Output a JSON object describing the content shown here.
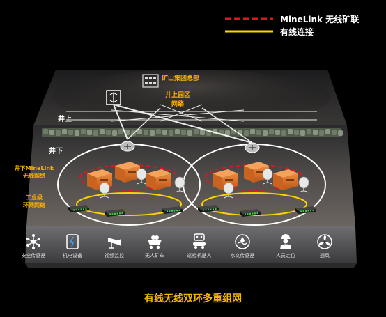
{
  "legend": {
    "wireless": "MineLink 无线矿联",
    "wired": "有线连接",
    "wireless_color": "#e3141b",
    "wired_color": "#ffd400"
  },
  "labels": {
    "hq": "矿山集团总部",
    "surface_network_line1": "井上园区",
    "surface_network_line2": "网络",
    "above": "井上",
    "below": "井下",
    "minelink_line1": "井下MineLink",
    "minelink_line2": "无线网络",
    "ring_line1": "工业级",
    "ring_line2": "环网网络"
  },
  "icons": [
    {
      "label": "安全传感器",
      "icon": "network-node-icon"
    },
    {
      "label": "机电设备",
      "icon": "electrical-device-icon"
    },
    {
      "label": "视频监控",
      "icon": "camera-icon"
    },
    {
      "label": "无人矿车",
      "icon": "mine-cart-icon"
    },
    {
      "label": "巡检机器人",
      "icon": "robot-icon"
    },
    {
      "label": "水文传感器",
      "icon": "water-sensor-icon"
    },
    {
      "label": "人员定位",
      "icon": "worker-icon"
    },
    {
      "label": "通风",
      "icon": "fan-icon"
    }
  ],
  "caption": "有线无线双环多重组网"
}
